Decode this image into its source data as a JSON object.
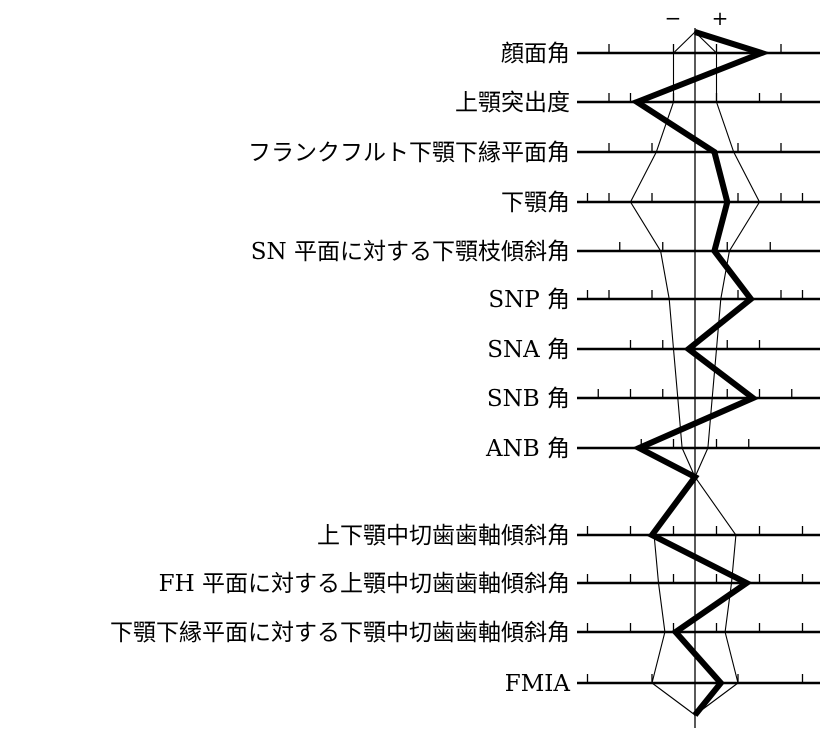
{
  "chart_data": {
    "type": "line",
    "signs": {
      "minus": "−",
      "plus": "+"
    },
    "rows": [
      {
        "label": "顔面角",
        "value": 3.1,
        "norm_lo": -1.0,
        "norm_hi": 1.0,
        "ticks": [
          -4,
          -1,
          1,
          4
        ]
      },
      {
        "label": "上顎突出度",
        "value": -2.7,
        "norm_lo": -1.0,
        "norm_hi": 1.0,
        "ticks": [
          -4,
          -3,
          -1,
          1,
          3,
          4
        ]
      },
      {
        "label": "フランクフルト下顎下縁平面角",
        "value": 0.9,
        "norm_lo": -1.8,
        "norm_hi": 1.8,
        "ticks": [
          -4,
          -2,
          2,
          4
        ]
      },
      {
        "label": "下顎角",
        "value": 1.5,
        "norm_lo": -3.0,
        "norm_hi": 3.0,
        "ticks": [
          -5,
          -4,
          -2,
          2,
          4,
          5
        ]
      },
      {
        "label": "SN 平面に対する下顎枝傾斜角",
        "value": 0.9,
        "norm_lo": -1.6,
        "norm_hi": 1.6,
        "ticks": [
          -3.5,
          -1.5,
          1.5,
          3.5
        ]
      },
      {
        "label": "SNP 角",
        "value": 2.6,
        "norm_lo": -1.2,
        "norm_hi": 1.2,
        "ticks": [
          -5,
          -4,
          -2,
          2,
          4,
          5
        ]
      },
      {
        "label": "SNA 角",
        "value": -0.3,
        "norm_lo": -1.0,
        "norm_hi": 1.0,
        "ticks": [
          -3,
          -1.5,
          1.5,
          3
        ]
      },
      {
        "label": "SNB 角",
        "value": 2.7,
        "norm_lo": -0.8,
        "norm_hi": 0.8,
        "ticks": [
          -4.5,
          -3,
          -1.5,
          1.5,
          3,
          4.5
        ]
      },
      {
        "label": "ANB 角",
        "value": -2.6,
        "norm_lo": -0.6,
        "norm_hi": 0.6,
        "ticks": [
          -2.5,
          -1,
          1,
          2.5
        ]
      },
      {
        "label": "",
        "value": 0.0,
        "norm_lo": 0.0,
        "norm_hi": 0.0,
        "ticks": []
      },
      {
        "label": "上下顎中切歯歯軸傾斜角",
        "value": -2.0,
        "norm_lo": -1.9,
        "norm_hi": 1.9,
        "ticks": [
          -5,
          -3,
          -1,
          1,
          3,
          5
        ]
      },
      {
        "label": "FH 平面に対する上顎中切歯歯軸傾斜角",
        "value": 2.4,
        "norm_lo": -1.7,
        "norm_hi": 1.7,
        "ticks": [
          -5,
          -3,
          -1,
          1,
          3,
          5
        ]
      },
      {
        "label": "下顎下縁平面に対する下顎中切歯歯軸傾斜角",
        "value": -0.9,
        "norm_lo": -1.4,
        "norm_hi": 1.4,
        "ticks": [
          -5,
          -3,
          -1,
          1,
          3,
          5
        ]
      },
      {
        "label": "FMIA",
        "value": 1.2,
        "norm_lo": -2.0,
        "norm_hi": 2.0,
        "ticks": [
          -5,
          -2,
          2,
          5
        ]
      }
    ],
    "end_value": 0.0,
    "x_range": [
      -5.2,
      5.2
    ],
    "grid": false,
    "legend": "none",
    "colors": {
      "profile": "#000000",
      "norm": "#000000",
      "axis": "#000000"
    }
  }
}
